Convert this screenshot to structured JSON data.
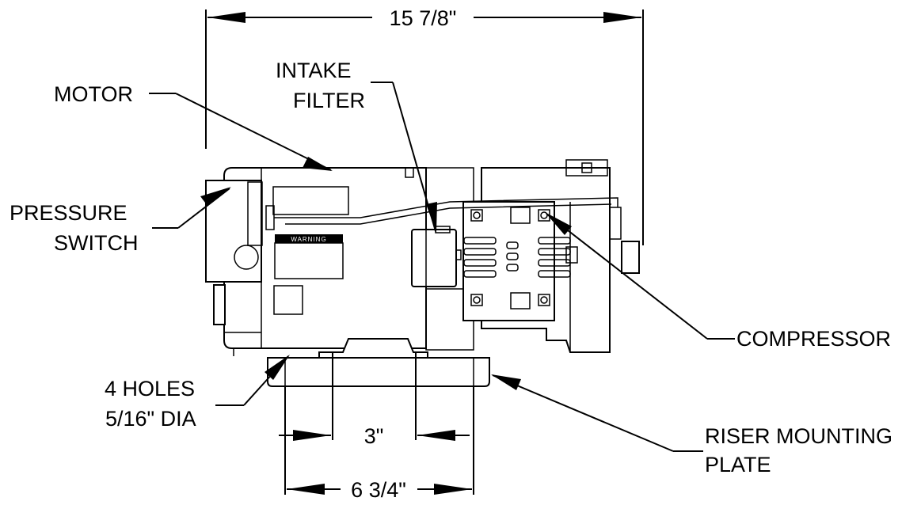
{
  "labels": {
    "overall_width": "15 7/8\"",
    "motor": "MOTOR",
    "intake_filter_line1": "INTAKE",
    "intake_filter_line2": "FILTER",
    "pressure_switch_line1": "PRESSURE",
    "pressure_switch_line2": "SWITCH",
    "compressor": "COMPRESSOR",
    "holes_line1": "4 HOLES",
    "holes_line2": "5/16\" DIA",
    "riser_line1": "RISER MOUNTING",
    "riser_line2": "PLATE",
    "hole_spacing": "3\"",
    "plate_width": "6 3/4\"",
    "warning_sticker": "WARNING"
  }
}
